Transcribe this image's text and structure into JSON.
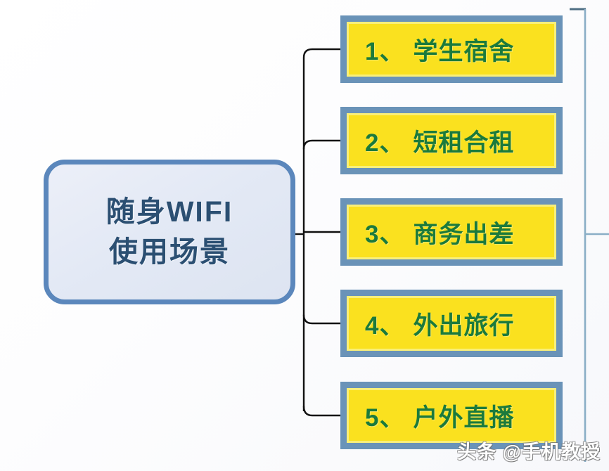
{
  "diagram": {
    "type": "mind-map",
    "title": "随身WIFI 使用场景",
    "root": {
      "line1": "随身WIFI",
      "line2": "使用场景",
      "fill_color": "#e3e9f5",
      "border_color": "#5b87bc",
      "text_color": "#2b4f72"
    },
    "branches": [
      {
        "number": "1、",
        "label": "学生宿舍"
      },
      {
        "number": "2、",
        "label": "短租合租"
      },
      {
        "number": "3、",
        "label": "商务出差"
      },
      {
        "number": "4、",
        "label": "外出旅行"
      },
      {
        "number": "5、",
        "label": "户外直播"
      }
    ],
    "branch_style": {
      "fill_color": "#fae11f",
      "border_color": "#6a93b8",
      "text_color": "#1b7a3c"
    },
    "connector_color": "#111111",
    "right_bracket_color": "#8aaec6"
  },
  "watermark": {
    "text": "头条 @手机教授"
  }
}
